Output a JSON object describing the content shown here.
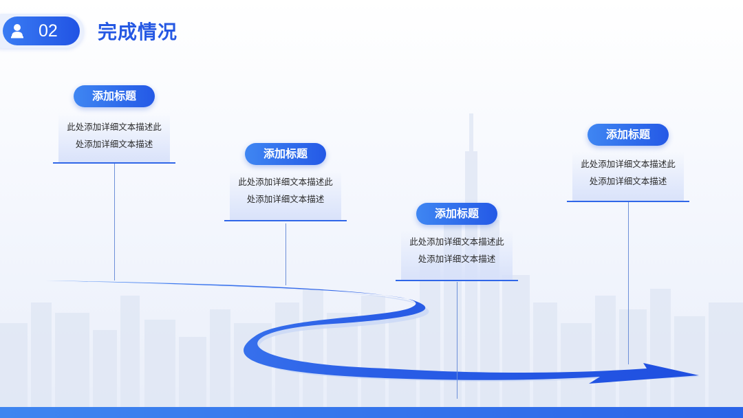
{
  "header": {
    "section_number": "02",
    "title": "完成情况",
    "icon": "person-icon"
  },
  "milestones": [
    {
      "title": "添加标题",
      "desc_line1": "此处添加详细文本描述此",
      "desc_line2": "处添加详细文本描述"
    },
    {
      "title": "添加标题",
      "desc_line1": "此处添加详细文本描述此",
      "desc_line2": "处添加详细文本描述"
    },
    {
      "title": "添加标题",
      "desc_line1": "此处添加详细文本描述此",
      "desc_line2": "处添加详细文本描述"
    },
    {
      "title": "添加标题",
      "desc_line1": "此处添加详细文本描述此",
      "desc_line2": "处添加详细文本描述"
    }
  ],
  "colors": {
    "accent": "#2a5ee6",
    "accent_light": "#3f86f2",
    "title": "#2558e3",
    "text": "#2a2a2a"
  }
}
